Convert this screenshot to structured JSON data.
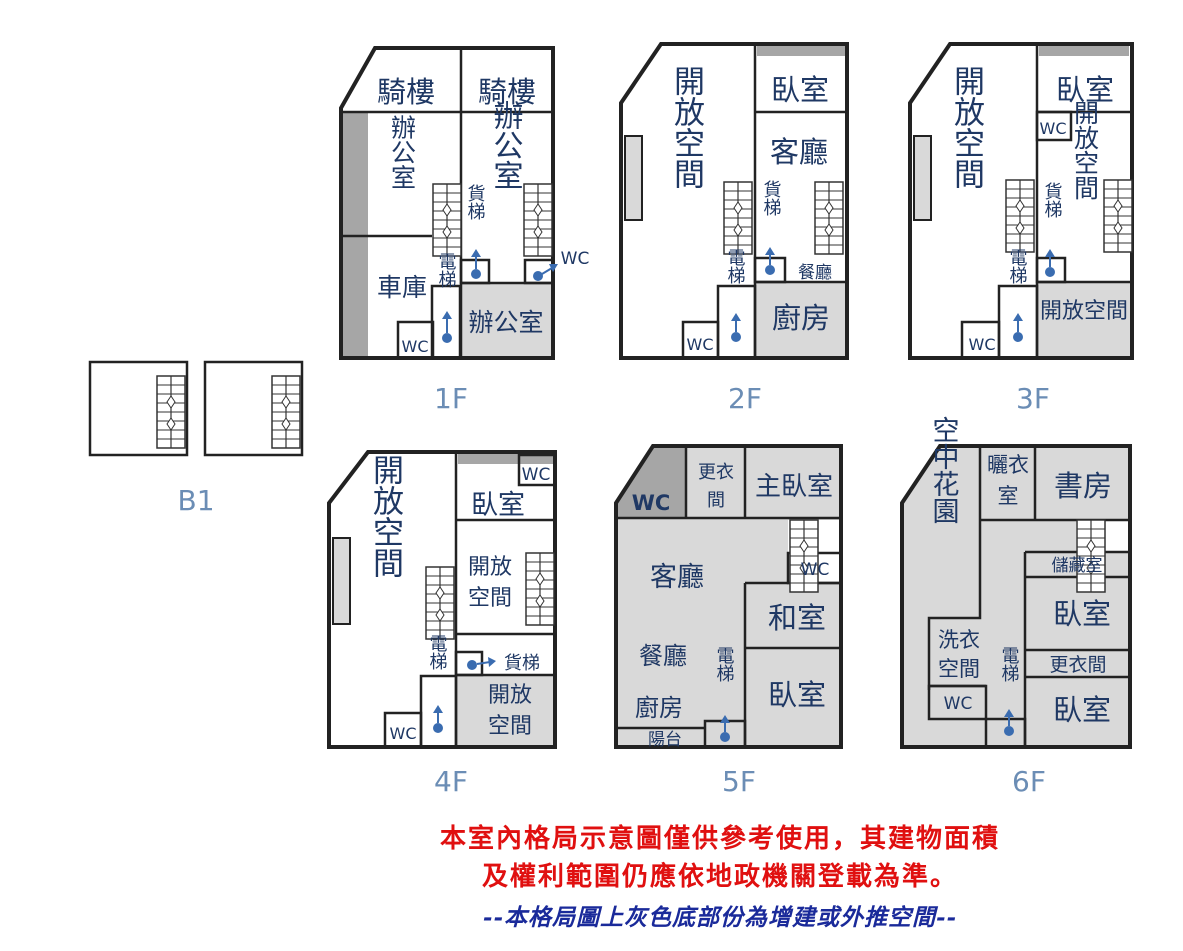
{
  "colors": {
    "label": "#1f3864",
    "floor": "#6b8db5",
    "notice_red": "#e01010",
    "notice_blue": "#1a2a9a",
    "addition": "#d9d9d9"
  },
  "floors": {
    "b1": "B1",
    "f1": "1F",
    "f2": "2F",
    "f3": "3F",
    "f4": "4F",
    "f5": "5F",
    "f6": "6F"
  },
  "rooms": {
    "f1": {
      "arcade_l": "騎樓",
      "arcade_r": "騎樓",
      "office_l": "辦公室",
      "office_r": "辦公室",
      "office_b": "辦公室",
      "freight": "貨梯",
      "wc_r": "WC",
      "garage": "車庫",
      "elevator": "電梯",
      "wc": "WC"
    },
    "f2": {
      "bedroom": "臥室",
      "open": "開放空間",
      "living": "客廳",
      "freight": "貨梯",
      "elevator": "電梯",
      "dining": "餐廳",
      "kitchen": "廚房",
      "wc": "WC"
    },
    "f3": {
      "bedroom": "臥室",
      "wc_top": "WC",
      "open": "開放空間",
      "open_r": "開放空間",
      "freight": "貨梯",
      "elevator": "電梯",
      "open_b": "開放空間",
      "wc": "WC"
    },
    "f4": {
      "wc_top": "WC",
      "bedroom": "臥室",
      "open": "開放空間",
      "open_r": "開放空間",
      "freight": "貨梯",
      "elevator": "電梯",
      "open_b": "開放空間",
      "wc": "WC"
    },
    "f5": {
      "wc": "WC",
      "closet": "更衣間",
      "master": "主臥室",
      "living": "客廳",
      "wc_r": "WC",
      "tatami": "和室",
      "dining": "餐廳",
      "kitchen": "廚房",
      "elevator": "電梯",
      "balcony": "陽台",
      "bedroom": "臥室"
    },
    "f6": {
      "garden": "空中花園",
      "drying": "曬衣室",
      "study": "書房",
      "storage": "儲藏室",
      "bedroom": "臥室",
      "laundry": "洗衣空間",
      "elevator": "電梯",
      "closet": "更衣間",
      "wc": "WC",
      "bedroom_b": "臥室"
    }
  },
  "notice": {
    "line1": "本室內格局示意圖僅供參考使用，其建物面積",
    "line2": "及權利範圍仍應依地政機關登載為準。",
    "line3": "--本格局圖上灰色底部份為增建或外推空間--"
  }
}
